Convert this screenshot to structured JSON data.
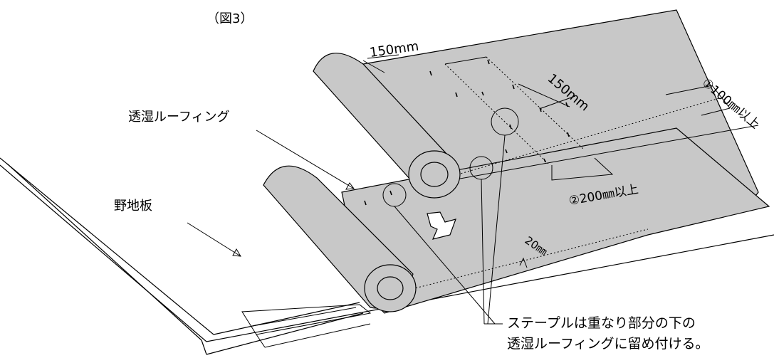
{
  "figure": {
    "caption": "（図3）"
  },
  "labels": {
    "membrane": "透湿ルーフィング",
    "sheathing": "野地板",
    "dim_150_top": "150mm",
    "dim_150_right": "150mm",
    "overlap_1": "①100㎜以上",
    "overlap_2": "②200㎜以上",
    "dim_20": "20㎜"
  },
  "note": {
    "line1": "ステープルは重なり部分の下の",
    "line2": "透湿ルーフィングに留め付ける。"
  },
  "colors": {
    "membrane_gray": "#c8c8c8",
    "line": "#000000",
    "background": "#ffffff"
  }
}
